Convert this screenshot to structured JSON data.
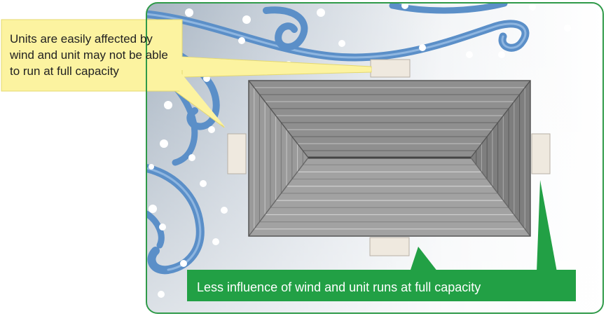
{
  "callouts": {
    "windy_note": "Units are easily affected by wind and unit may not be able to run at full capacity",
    "sheltered_note": "Less influence of wind and unit runs at full capacity"
  },
  "colors": {
    "frame_border": "#2f9a49",
    "wind_ribbon": "#5b8fc8",
    "yellow_callout": "#fcf3a0",
    "yellow_callout_border": "#e4d870",
    "green_callout": "#22a045",
    "roof_gray": "#8e8e8e",
    "unit_fill": "#efe9df",
    "snow": "#ffffff"
  },
  "icons": {
    "roof": "hip-roof-top-view",
    "units": "outdoor-unit-block",
    "wind": "wind-swirl-ribbon",
    "snow": "snowflake-dot"
  }
}
